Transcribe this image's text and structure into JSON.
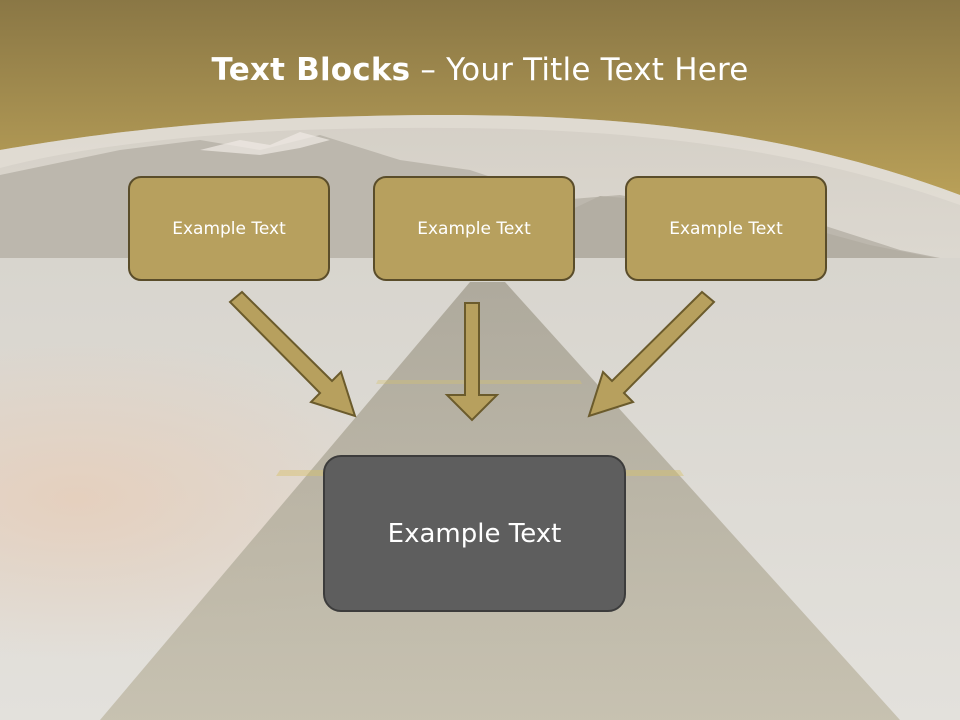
{
  "title": {
    "bold": "Text Blocks",
    "rest": " – Your Title Text Here"
  },
  "blocks": [
    {
      "label": "Example Text"
    },
    {
      "label": "Example Text"
    },
    {
      "label": "Example Text"
    }
  ],
  "center_block": {
    "label": "Example Text"
  },
  "colors": {
    "header_gold": "#b49a50",
    "block_fill": "#b7a05e",
    "block_border": "#5a4d2a",
    "center_fill": "#5e5e5e",
    "arrow_fill": "#b7a05e"
  }
}
